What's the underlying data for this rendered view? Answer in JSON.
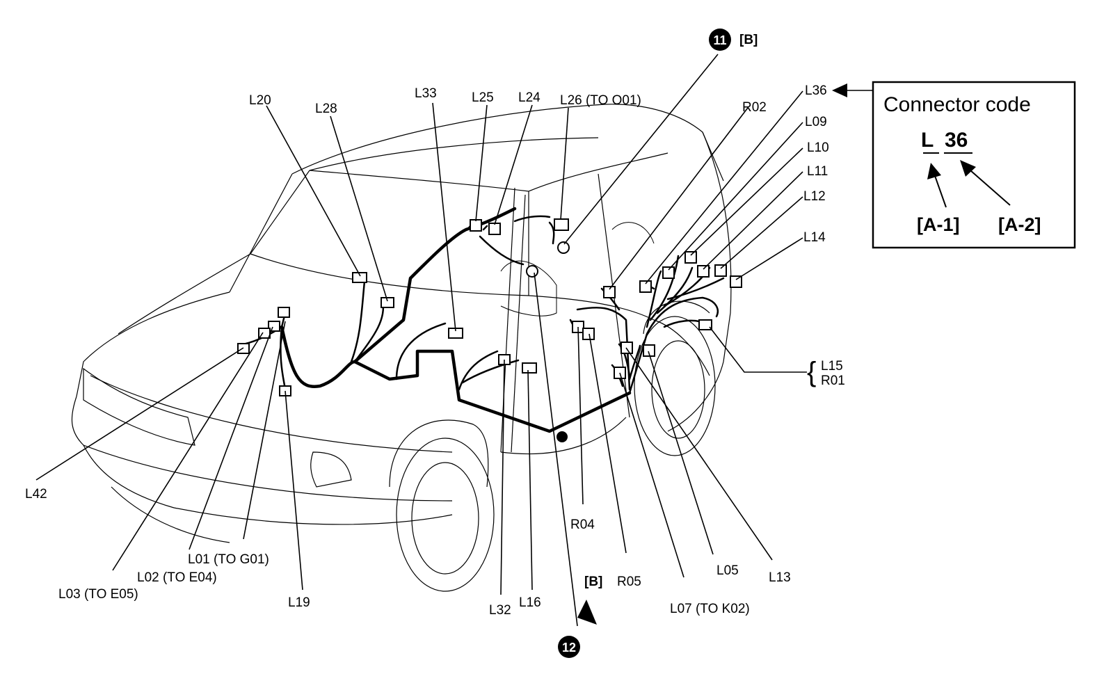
{
  "labels": {
    "L20": "L20",
    "L28": "L28",
    "L33": "L33",
    "L25": "L25",
    "L24": "L24",
    "L26": "L26 (TO O01)",
    "R02": "R02",
    "L36": "L36",
    "L09": "L09",
    "L10": "L10",
    "L11": "L11",
    "L12": "L12",
    "L14": "L14",
    "L15": "L15",
    "R01": "R01",
    "L42": "L42",
    "L01": "L01 (TO G01)",
    "L02": "L02 (TO E04)",
    "L03": "L03 (TO E05)",
    "L19": "L19",
    "L32": "L32",
    "L16": "L16",
    "B_bottom": "[B]",
    "R04": "R04",
    "R05": "R05",
    "L05": "L05",
    "L07": "L07 (TO K02)",
    "L13": "L13"
  },
  "refs": {
    "top": {
      "number": "11",
      "tag": "[B]"
    },
    "bottom": {
      "number": "12"
    }
  },
  "legend": {
    "title": "Connector code",
    "code_letter": "L",
    "code_number": "36",
    "part1": "[A-1]",
    "part2": "[A-2]"
  }
}
